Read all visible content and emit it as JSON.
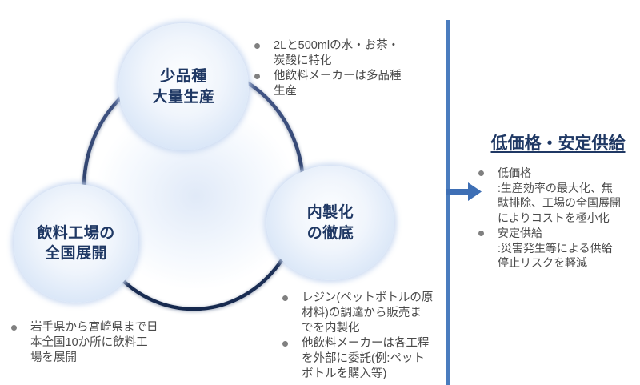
{
  "diagram": {
    "circles": {
      "top": {
        "label": "少品種\n大量生産"
      },
      "left": {
        "label": "飲料工場の\n全国展開"
      },
      "right": {
        "label": "内製化\nの徹底"
      }
    },
    "notes": {
      "top": {
        "items": [
          "2Lと500mlの水・お茶・\n炭酸に特化",
          "他飲料メーカーは多品種\n生産"
        ]
      },
      "left": {
        "items": [
          "岩手県から宮崎県まで日\n本全国10か所に飲料工\n場を展開"
        ]
      },
      "right": {
        "items": [
          "レジン(ペットボトルの原\n材料)の調達から販売ま\nでを内製化",
          "他飲料メーカーは各工程\nを外部に委託(例:ペット\nボトルを購入等)"
        ]
      }
    }
  },
  "outcome": {
    "title": "低価格・安定供給",
    "items": [
      "低価格\n:生産効率の最大化、無\n駄排除、工場の全国展開\nによりコストを極小化",
      "安定供給\n:災害発生等による供給\n停止リスクを軽減"
    ]
  },
  "colors": {
    "navy_text": "#1F3864",
    "ring_dark": "#16294E",
    "ring_light": "#46598A",
    "circle_edge": "#C7D8F1",
    "divider_blue": "#4A7CBE",
    "arrow_blue": "#3E6FB5",
    "bullet_gray": "#808080",
    "body_text": "#4A4A4A"
  }
}
